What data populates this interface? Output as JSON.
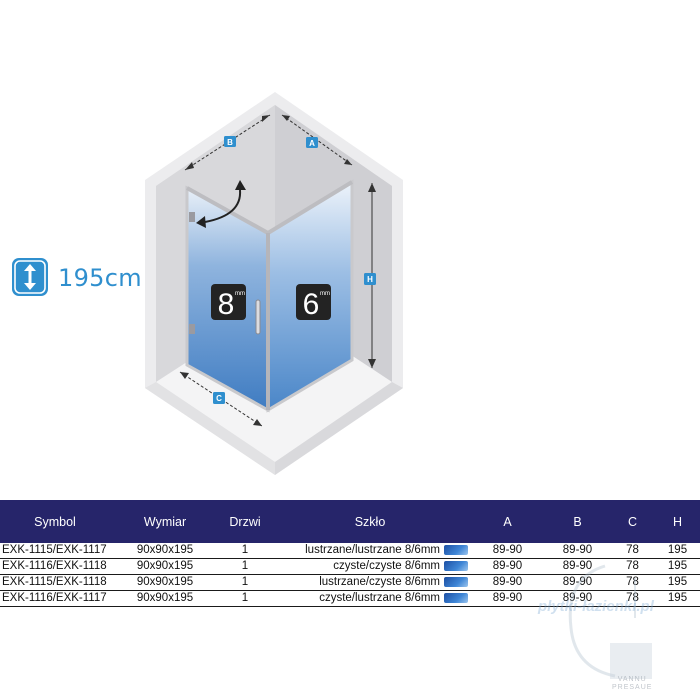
{
  "height_indicator": {
    "label": "195cm",
    "icon": "vertical-arrows-icon"
  },
  "diagram": {
    "label_a": "A",
    "label_b": "B",
    "label_c": "C",
    "label_h": "H",
    "left_glass_mm": "8",
    "right_glass_mm": "6",
    "mm_unit": "mm",
    "glass_color": "#4a86c8",
    "frame_color": "#c9c9cc",
    "marker_color": "#2f8fce"
  },
  "table": {
    "header_color": "#26256a",
    "columns": [
      "Symbol",
      "Wymiar",
      "Drzwi",
      "Szkło",
      "A",
      "B",
      "C",
      "H"
    ],
    "rows": [
      [
        "EXK-1115/EXK-1117",
        "90x90x195",
        "1",
        "lustrzane/lustrzane 8/6mm",
        "89-90",
        "89-90",
        "78",
        "195"
      ],
      [
        "EXK-1116/EXK-1118",
        "90x90x195",
        "1",
        "czyste/czyste 8/6mm",
        "89-90",
        "89-90",
        "78",
        "195"
      ],
      [
        "EXK-1115/EXK-1118",
        "90x90x195",
        "1",
        "lustrzane/czyste 8/6mm",
        "89-90",
        "89-90",
        "78",
        "195"
      ],
      [
        "EXK-1116/EXK-1117",
        "90x90x195",
        "1",
        "czyste/lustrzane 8/6mm",
        "89-90",
        "89-90",
        "78",
        "195"
      ]
    ]
  },
  "watermark": {
    "text": "płytki-łazienki.pl",
    "subtext": "VANNU\nPRESAUE"
  }
}
